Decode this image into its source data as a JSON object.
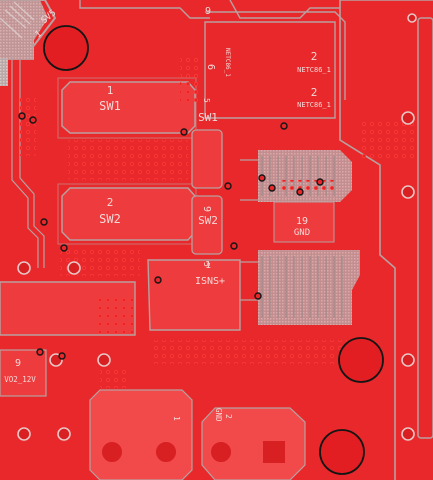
{
  "board": {
    "colors": {
      "copper": "#e8282a",
      "pour": "#ee3b3d",
      "trace_gap": "#b8a0a0",
      "pad": "#ff2a2a",
      "hole": "#d81f22",
      "silkscreen": "#f4d8d8",
      "outline": "#151515"
    },
    "labels": {
      "sw1_pin": "1",
      "sw1_name": "SW1",
      "sw1_side": "SW1",
      "sw2_pin": "2",
      "sw2_name": "SW2",
      "sw2_side": "SW2",
      "net86_a_pin": "2",
      "net86_a": "NETC86_1",
      "net86_b_pin": "2",
      "net86_b": "NETC86_1",
      "net86_vertical": "NETC86_1",
      "gnd_pin": "19",
      "gnd": "GND",
      "isns_pin": "1",
      "isns": "ISNS+",
      "vo2_pin": "9",
      "vo2": "VO2_12V",
      "j_pin1": "1",
      "j_pin2": "2",
      "j_gnd": "GND",
      "top_pin": "9",
      "top_left_a": "1",
      "top_left_b": "SV5",
      "side_6": "6",
      "side_9": "9",
      "side_5a": "5",
      "side_5b": "5"
    }
  }
}
